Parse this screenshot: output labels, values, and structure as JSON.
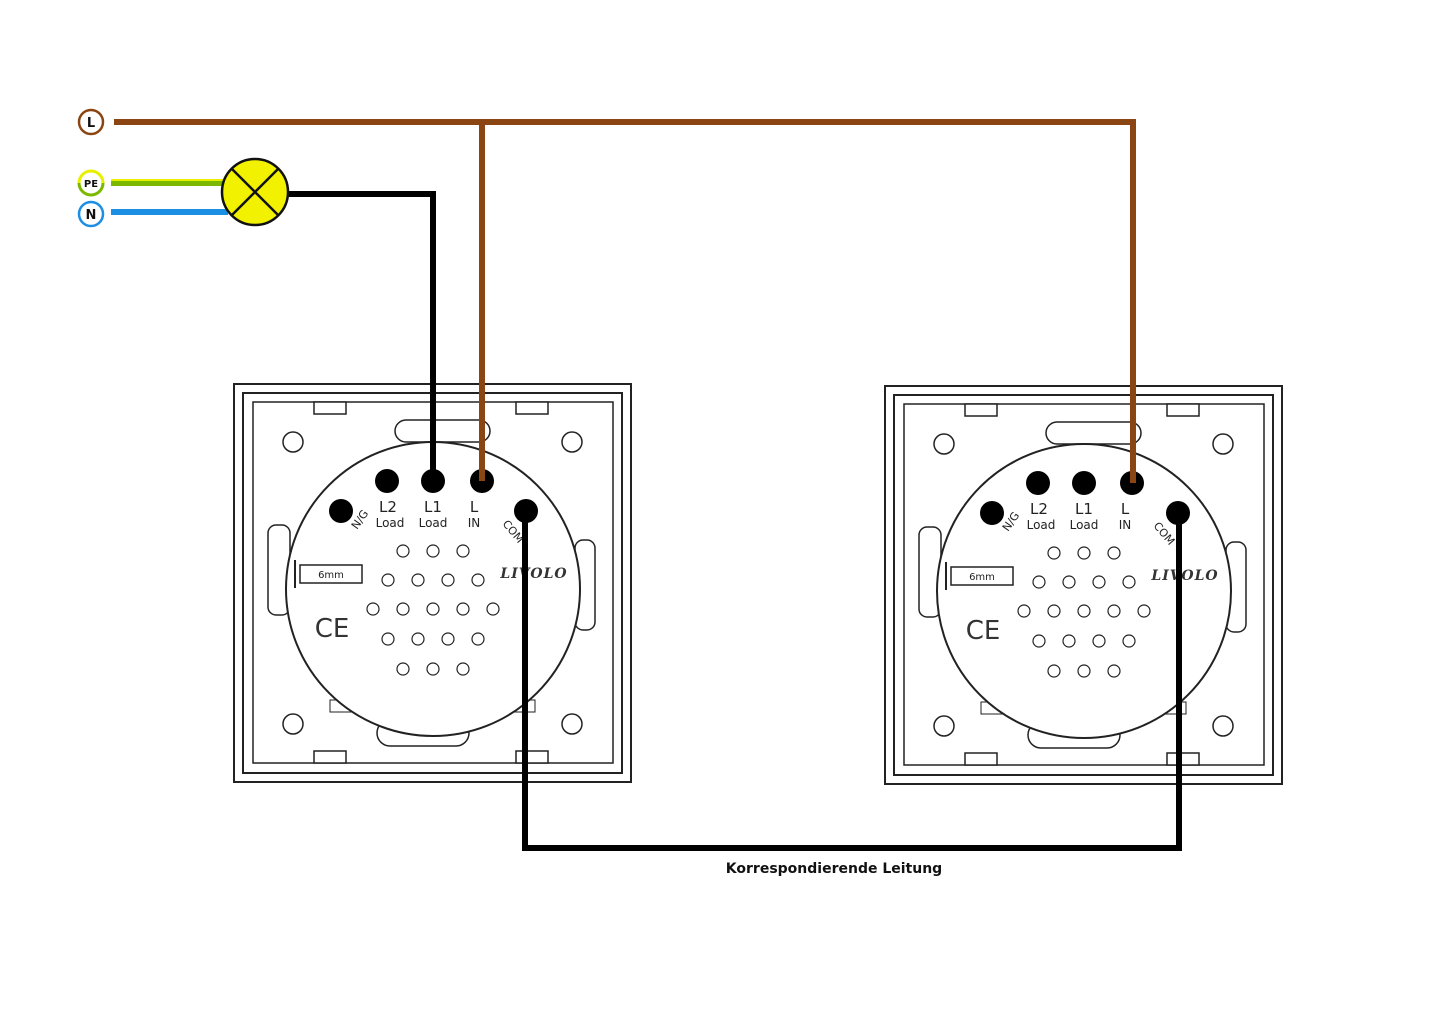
{
  "legend": {
    "l_label": "L",
    "pe_label": "PE",
    "n_label": "N"
  },
  "switches": [
    {
      "terminals": {
        "ng": "N/G",
        "l2": "L2",
        "l2_sub": "Load",
        "l1": "L1",
        "l1_sub": "Load",
        "l": "L",
        "l_sub": "IN",
        "com": "COM"
      },
      "strip_gauge": "6mm",
      "brand": "LIVOLO",
      "ce_mark": "CE"
    },
    {
      "terminals": {
        "ng": "N/G",
        "l2": "L2",
        "l2_sub": "Load",
        "l1": "L1",
        "l1_sub": "Load",
        "l": "L",
        "l_sub": "IN",
        "com": "COM"
      },
      "strip_gauge": "6mm",
      "brand": "LIVOLO",
      "ce_mark": "CE"
    }
  ],
  "caption": "Korrespondierende Leitung",
  "colors": {
    "live": "#8B4513",
    "earth_green": "#7CB800",
    "earth_yellow": "#E8F000",
    "neutral": "#1A8FE3",
    "switched": "#000000",
    "lamp": "#F2F200"
  }
}
